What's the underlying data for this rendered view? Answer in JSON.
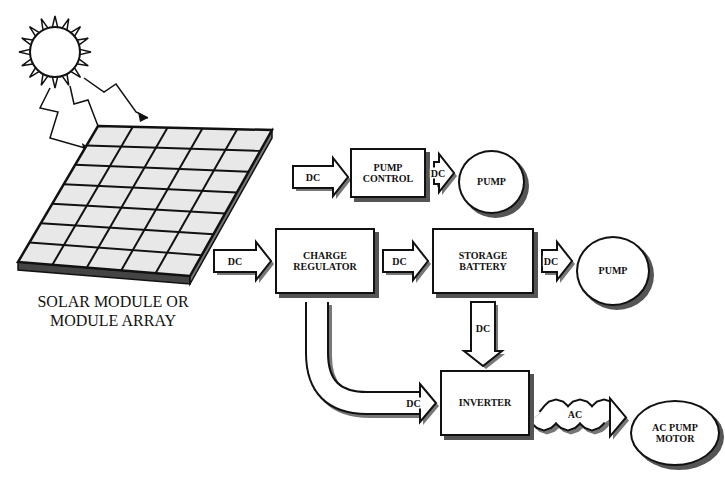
{
  "diagram": {
    "nodes": [
      {
        "text": [
          "PUMP CONTROL"
        ]
      },
      {
        "text": [
          "PUMP"
        ]
      },
      {
        "text": [
          "CHARGE REGULATOR"
        ]
      },
      {
        "text": [
          "STORAGE BATTERY"
        ]
      },
      {
        "text": [
          "PUMP"
        ]
      },
      {
        "text": [
          "INVERTER"
        ]
      },
      {
        "text": [
          "AC PUMP MOTOR"
        ]
      }
    ],
    "edges": [
      {
        "from": 0,
        "to": 1,
        "arrow": "to",
        "label": "DC"
      },
      {
        "from": 2,
        "to": 3,
        "arrow": "to",
        "label": "DC"
      },
      {
        "from": 3,
        "to": 4,
        "arrow": "to",
        "label": "DC"
      },
      {
        "from": 3,
        "to": 5,
        "arrow": "to",
        "label": "DC"
      },
      {
        "from": 2,
        "to": 5,
        "arrow": "to",
        "label": "DC"
      },
      {
        "from": 5,
        "to": 6,
        "arrow": "to",
        "label": "AC"
      }
    ],
    "labels": [
      "SOLAR MODULE OR MODULE ARRAY",
      "DC",
      "DC"
    ]
  }
}
